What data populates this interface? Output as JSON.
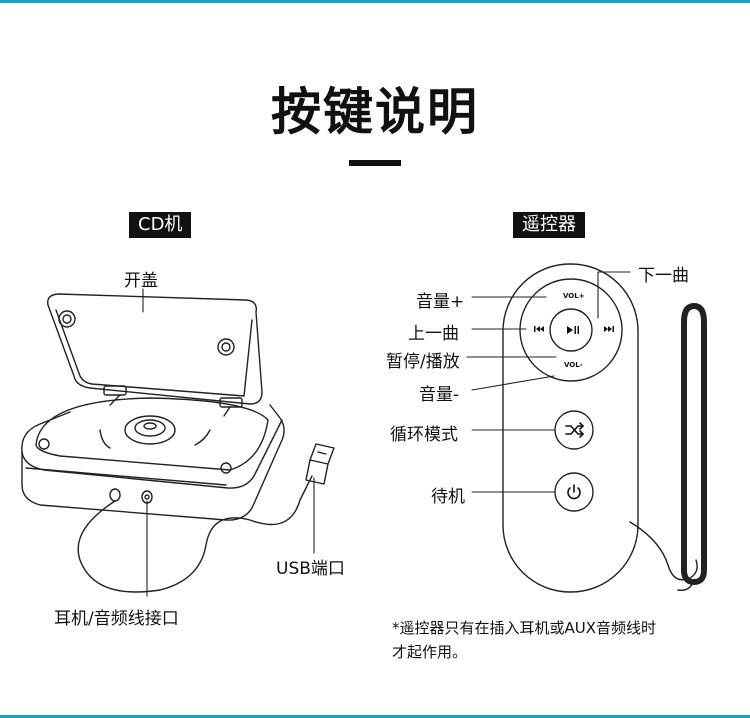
{
  "title": "按键说明",
  "sections": {
    "cd_player": "CD机",
    "remote": "遥控器"
  },
  "cd_labels": {
    "open_lid": "开盖",
    "usb_port": "USB端口",
    "headphone_aux": "耳机/音频线接口"
  },
  "remote_labels": {
    "vol_up": "音量+",
    "prev": "上一曲",
    "play_pause": "暂停/播放",
    "vol_down": "音量-",
    "next": "下一曲",
    "loop_mode": "循环模式",
    "standby": "待机"
  },
  "remote_buttons": {
    "vol_plus_text": "VOL+",
    "vol_minus_text": "VOL-"
  },
  "note": {
    "line1": "*遥控器只有在插入耳机或AUX音频线时",
    "line2": "才起作用。"
  },
  "colors": {
    "frame_line": "#1ba0c8",
    "ink": "#111111",
    "tag_bg": "#111111",
    "tag_text": "#ffffff"
  },
  "icons": [
    "prev-icon",
    "play-pause-icon",
    "next-icon",
    "shuffle-icon",
    "power-icon"
  ]
}
